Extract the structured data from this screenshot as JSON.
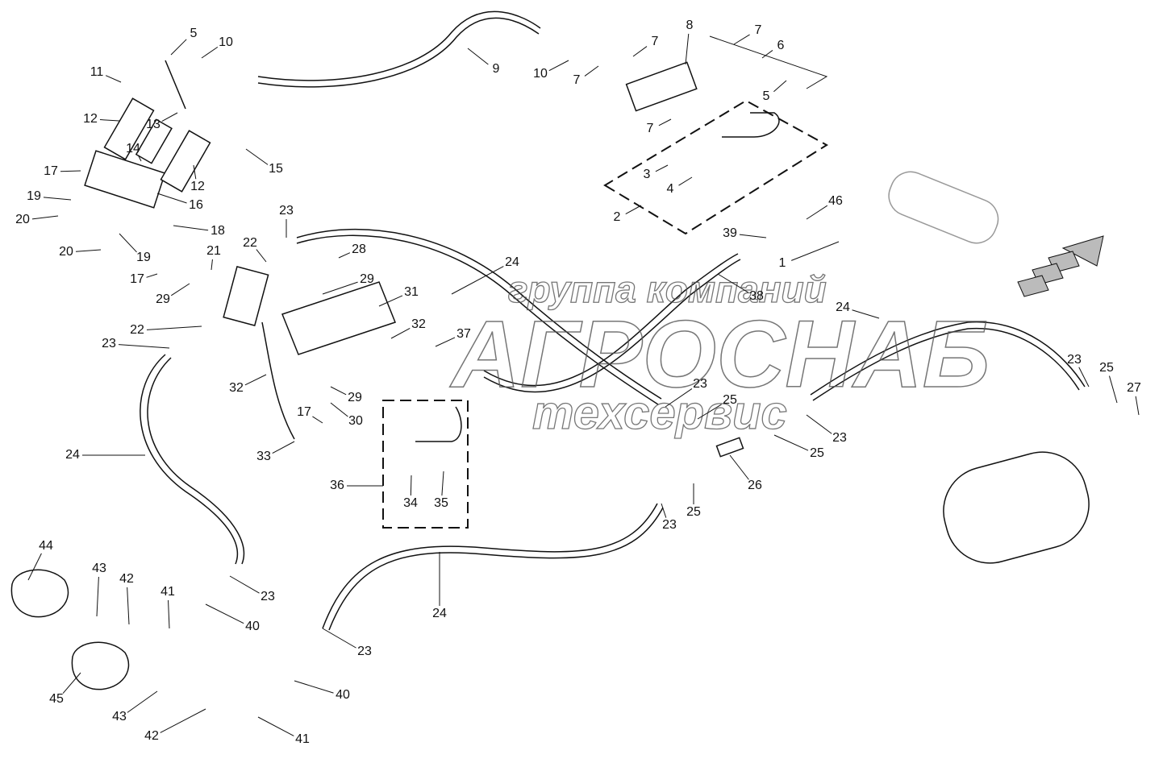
{
  "diagram": {
    "part_labels": [
      "5",
      "10",
      "9",
      "10",
      "7",
      "7",
      "8",
      "7",
      "6",
      "5",
      "7",
      "11",
      "12",
      "13",
      "14",
      "15",
      "17",
      "12",
      "19",
      "16",
      "20",
      "18",
      "3",
      "4",
      "2",
      "23",
      "46",
      "39",
      "1",
      "22",
      "28",
      "24",
      "20",
      "19",
      "21",
      "29",
      "31",
      "38",
      "24",
      "17",
      "29",
      "22",
      "32",
      "37",
      "23",
      "23",
      "25",
      "23",
      "25",
      "27",
      "32",
      "29",
      "17",
      "30",
      "23",
      "25",
      "26",
      "33",
      "24",
      "36",
      "34",
      "35",
      "25",
      "23",
      "44",
      "43",
      "42",
      "41",
      "23",
      "40",
      "24",
      "23",
      "40",
      "45",
      "43",
      "42",
      "41"
    ],
    "line_color": "#111111",
    "watermark": {
      "line1": "группа компаний",
      "line2": "АГРОСНАБ",
      "line3": "техсервис"
    }
  }
}
